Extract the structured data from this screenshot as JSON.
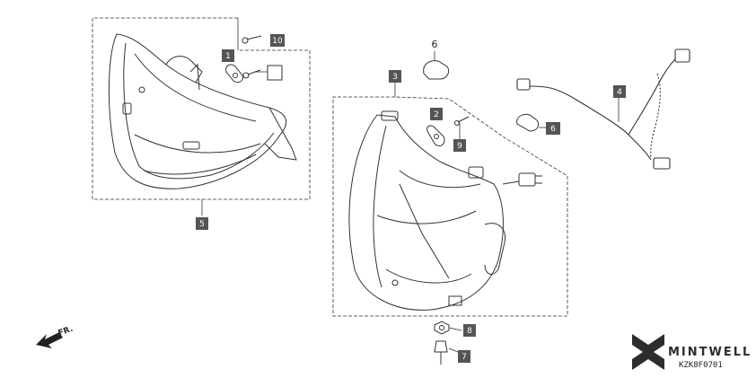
{
  "parts": {
    "p1": "1",
    "p2": "2",
    "p3": "3",
    "p4": "4",
    "p5": "5",
    "p6": "6",
    "p6b": "6",
    "p7": "7",
    "p8": "8",
    "p9": "9",
    "p10": "10"
  },
  "direction": {
    "label": "FR."
  },
  "brand": {
    "name": "MINTWELL"
  },
  "diagram_code": "KZK8F0701",
  "colors": {
    "callout_bg": "#555555",
    "line": "#333333",
    "brand": "#2d2d2d"
  }
}
